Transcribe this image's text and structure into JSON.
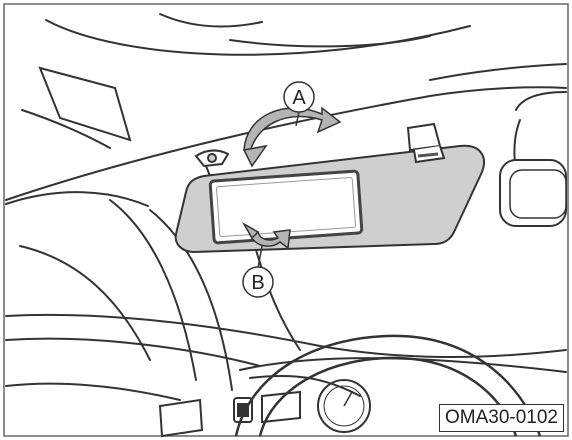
{
  "callouts": {
    "a": "A",
    "b": "B"
  },
  "figure_code": "OMA30-0102",
  "colors": {
    "line": "#333333",
    "visor_fill": "#cfcfcf",
    "arrow_fill": "#b4b4b4",
    "background": "#ffffff"
  }
}
